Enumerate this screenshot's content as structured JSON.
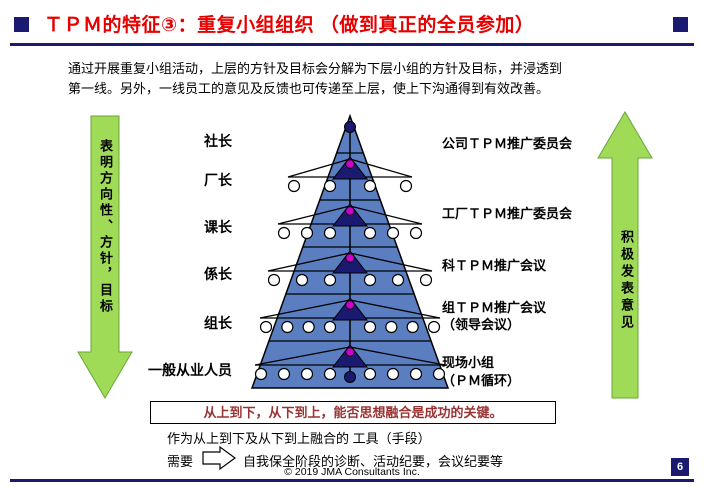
{
  "colors": {
    "navy": "#1a1a70",
    "red": "#e60000",
    "green": "#9fdb57",
    "green_edge": "#6aa63a",
    "pyramid_blue": "#5b7ec1",
    "magenta": "#cc00cc",
    "key_text": "#993333"
  },
  "header": {
    "title": "ＴＰＭ的特征③：重复小组组织 （做到真正的全员参加）"
  },
  "intro": {
    "line1": "通过开展重复小组活动，上层的方针及目标会分解为下层小组的方针及目标，并浸透到",
    "line2": "第一线。另外，一线员工的意见及反馈也可传递至上层，使上下沟通得到有效改善。"
  },
  "arrows": {
    "left_down": "表明方向性、方针，目标",
    "right_up": "积极发表意见"
  },
  "pyramid": {
    "left_labels": [
      "社长",
      "厂长",
      "课长",
      "係长",
      "组长",
      "一般从业人员"
    ],
    "right_labels": [
      "公司ＴＰＭ推广委员会",
      "工厂ＴＰＭ推广委员会",
      "科ＴＰＭ推广会议",
      "组ＴＰＭ推广会议",
      "（领导会议）",
      "现场小组",
      "（ＰＭ循环）"
    ],
    "bands": [
      {
        "circles": 4
      },
      {
        "circles": 6
      },
      {
        "circles": 6
      },
      {
        "circles": 8
      },
      {
        "circles": 8
      }
    ]
  },
  "bottom": {
    "key_message": "从上到下，从下到上，能否思想融合是成功的关键。",
    "tool_line": "作为从上到下及从下到上融合的 工具（手段）",
    "need_label": "需要",
    "need_items": "自我保全阶段的诊断、活动纪要，会议纪要等"
  },
  "footer": {
    "copyright": "© 2019 JMA Consultants Inc.",
    "page": "6"
  }
}
